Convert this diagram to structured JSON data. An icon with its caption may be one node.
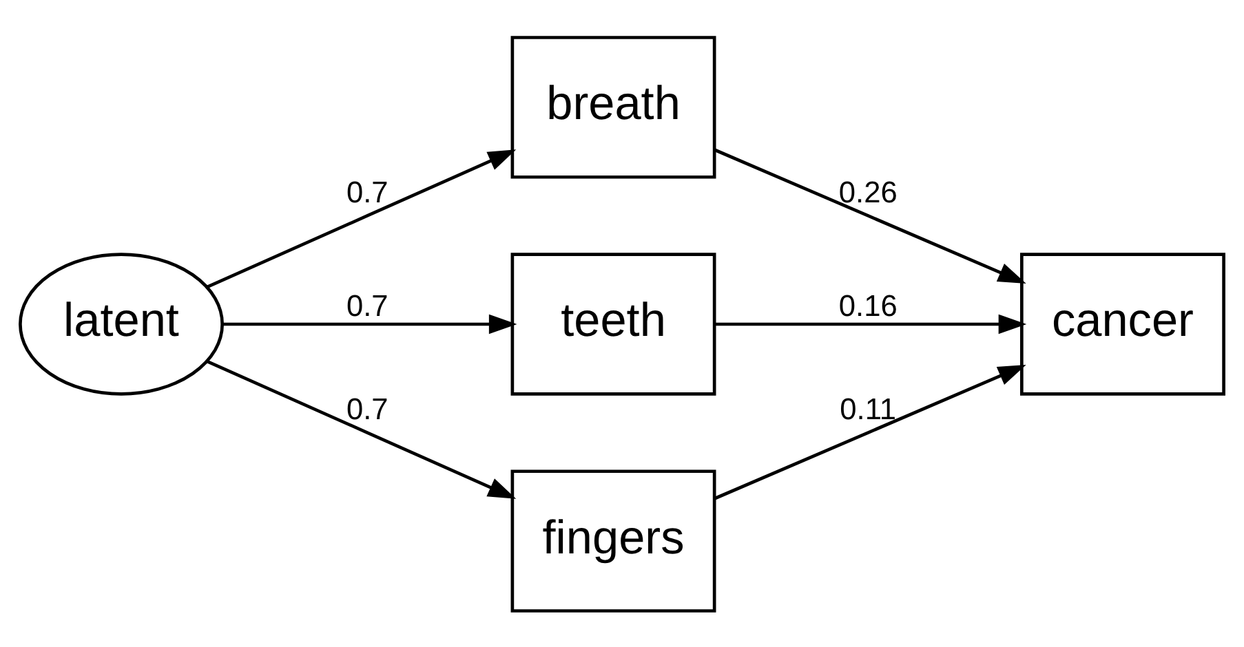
{
  "diagram": {
    "nodes": [
      {
        "text": [
          "latent"
        ]
      },
      {
        "text": [
          "breath"
        ]
      },
      {
        "text": [
          "teeth"
        ]
      },
      {
        "text": [
          "fingers"
        ]
      },
      {
        "text": [
          "cancer"
        ]
      }
    ],
    "edges": [
      {
        "from": 0,
        "to": 1,
        "arrow": "to",
        "label": "0.7"
      },
      {
        "from": 0,
        "to": 2,
        "arrow": "to",
        "label": "0.7"
      },
      {
        "from": 0,
        "to": 3,
        "arrow": "to",
        "label": "0.7"
      },
      {
        "from": 1,
        "to": 4,
        "arrow": "to",
        "label": "0.26"
      },
      {
        "from": 2,
        "to": 4,
        "arrow": "to",
        "label": "0.16"
      },
      {
        "from": 3,
        "to": 4,
        "arrow": "to",
        "label": "0.11"
      }
    ]
  }
}
